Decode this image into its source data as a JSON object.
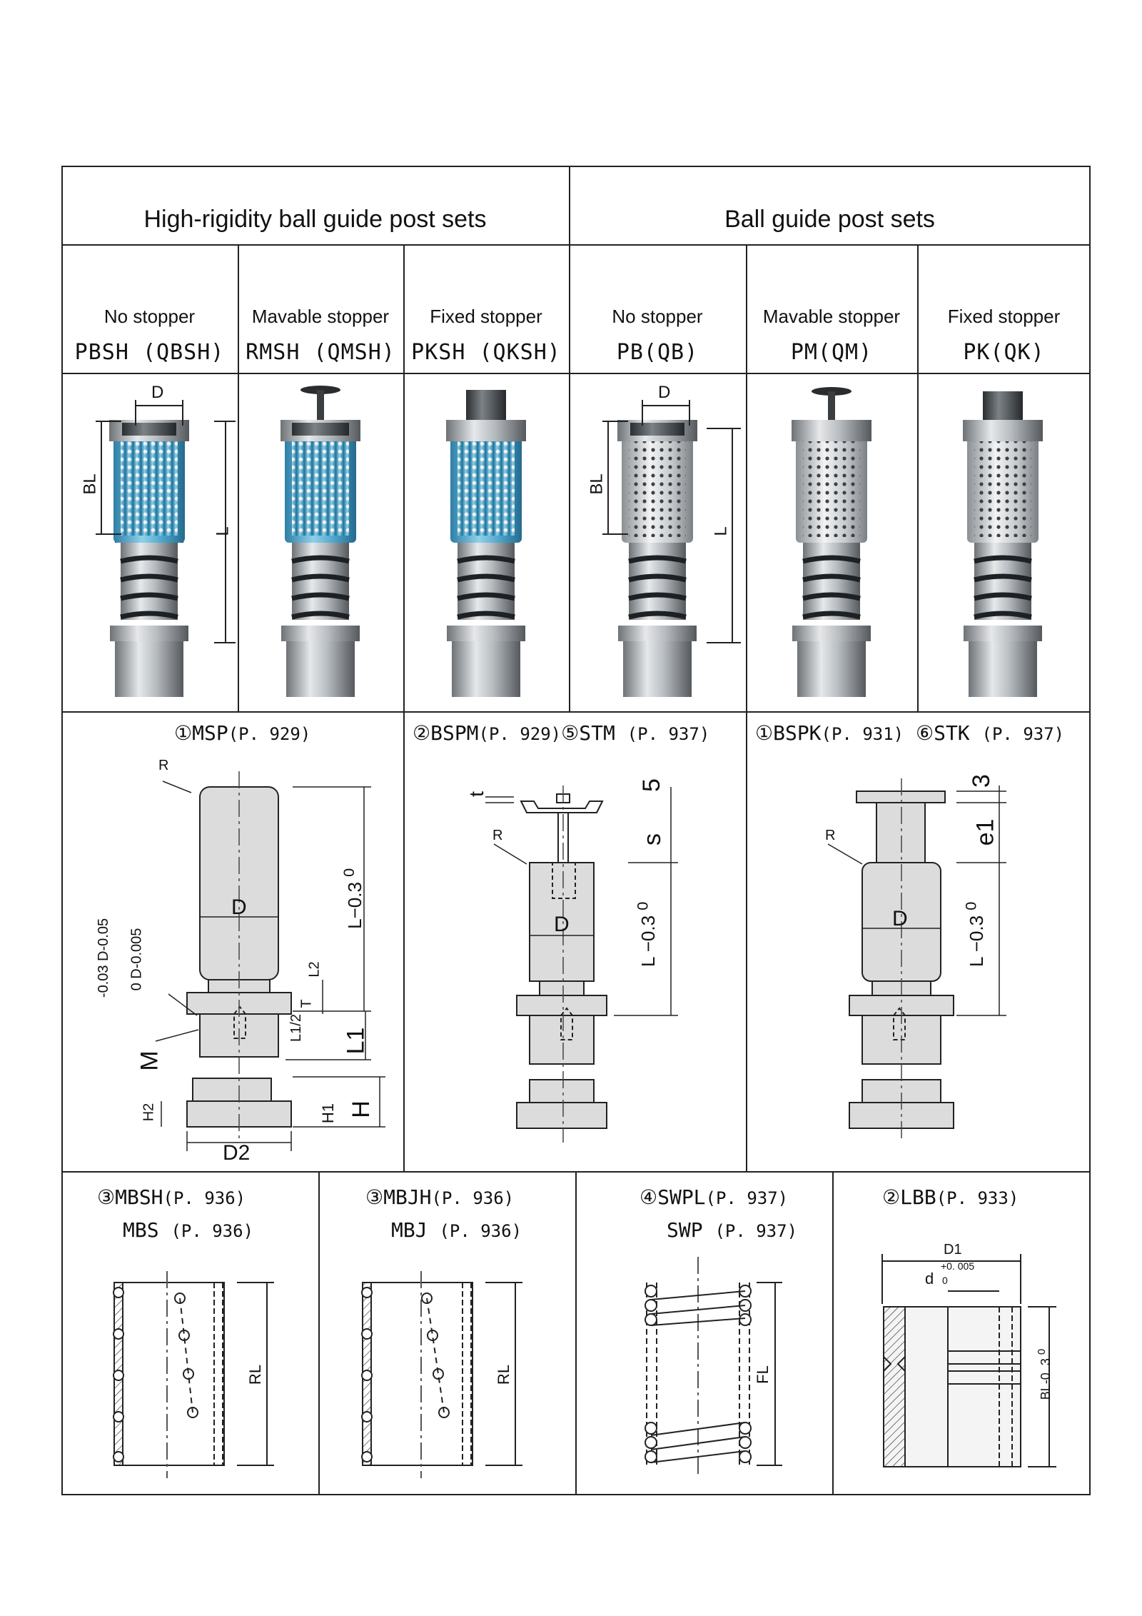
{
  "headers": {
    "left": "High-rigidity ball guide post sets",
    "right": "Ball guide post sets"
  },
  "variants": [
    {
      "type": "No stopper",
      "code": "PBSH (QBSH)"
    },
    {
      "type": "Mavable stopper",
      "code": "RMSH (QMSH)"
    },
    {
      "type": "Fixed stopper",
      "code": "PKSH (QKSH)"
    },
    {
      "type": "No stopper",
      "code": "PB(QB)"
    },
    {
      "type": "Mavable stopper",
      "code": "PM(QM)"
    },
    {
      "type": "Fixed stopper",
      "code": "PK(QK)"
    }
  ],
  "photo_dims": {
    "d": "D",
    "bl": "BL",
    "l": "L"
  },
  "drawings": [
    {
      "title": "①MSP",
      "page": "(P. 929)",
      "dims": {
        "r": "R",
        "d": "D",
        "l_tol": "L−0.3",
        "l_zero": "0",
        "d_tol1": "D-0.05",
        "d_tol1b": "-0.03",
        "d_tol2": "D-0.005",
        "d_tol2b": "0",
        "l2": "L2",
        "t": "T",
        "l1_2": "L1",
        "l1_2b": "2",
        "l1": "L1",
        "m": "M",
        "h2": "H2",
        "h1": "H1",
        "h": "H",
        "d2": "D2"
      }
    },
    {
      "title": "②BSPM",
      "page": "(P. 929)",
      "title2": "⑤STM",
      "page2": "(P. 937)",
      "dims": {
        "t": "t",
        "five": "5",
        "s": "s",
        "r": "R",
        "d": "D",
        "l_tol": "L −0.3",
        "l_zero": "0"
      }
    },
    {
      "title": "①BSPK",
      "page": "(P. 931)",
      "title2": "⑥STK",
      "page2": "(P. 937)",
      "dims": {
        "three": "3",
        "e1": "e1",
        "r": "R",
        "d": "D",
        "l_tol": "L −0.3",
        "l_zero": "0"
      }
    }
  ],
  "parts": [
    {
      "title": "③MBSH",
      "page": "(P. 936)",
      "title2": "MBS",
      "page2": "(P. 936)",
      "dim": "RL"
    },
    {
      "title": "③MBJH",
      "page": "(P. 936)",
      "title2": "MBJ",
      "page2": "(P. 936)",
      "dim": "RL"
    },
    {
      "title": "④SWPL",
      "page": "(P. 937)",
      "title2": "SWP",
      "page2": "(P. 937)",
      "dim": "FL"
    },
    {
      "title": "②LBB",
      "page": "(P. 933)",
      "dims": {
        "d1": "D1",
        "d": "d",
        "d_tol": "+0. 005",
        "d_zero": "0",
        "bl_tol": "BL-0. 3",
        "bl_zero": "0"
      }
    }
  ],
  "colors": {
    "line": "#222222",
    "blue": "#4aa3c8",
    "steel": "#b9bec3",
    "dark_steel": "#5f6468",
    "part_fill": "#dcdcdc"
  }
}
